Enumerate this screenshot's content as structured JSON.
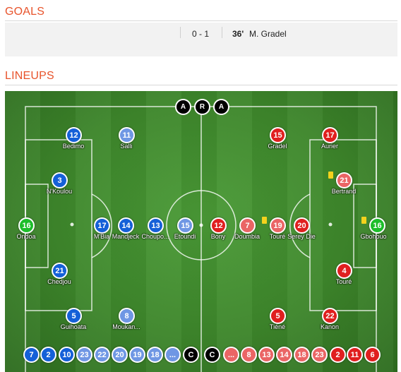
{
  "goals": {
    "title": "GOALS",
    "score": "0 - 1",
    "minute": "36'",
    "scorer": "M. Gradel"
  },
  "lineups": {
    "title": "LINEUPS",
    "referees": [
      "A",
      "R",
      "A"
    ],
    "home_players": [
      {
        "num": "12",
        "name": "Bedimo",
        "color": "#1560d8"
      },
      {
        "num": "11",
        "name": "Salli",
        "color": "#6f97e4"
      },
      {
        "num": "3",
        "name": "N'Koulou",
        "color": "#1560d8"
      },
      {
        "num": "16",
        "name": "Ondoa",
        "color": "#1cbe2a"
      },
      {
        "num": "17",
        "name": "M'Bia",
        "color": "#1560d8"
      },
      {
        "num": "14",
        "name": "Mandjeck",
        "color": "#1560d8"
      },
      {
        "num": "13",
        "name": "Choupo...",
        "color": "#1560d8"
      },
      {
        "num": "15",
        "name": "Etoundi",
        "color": "#6f97e4"
      },
      {
        "num": "21",
        "name": "Chedjou",
        "color": "#1560d8"
      },
      {
        "num": "5",
        "name": "Guihoata",
        "color": "#1560d8"
      },
      {
        "num": "8",
        "name": "Moukan...",
        "color": "#6f97e4"
      }
    ],
    "away_players": [
      {
        "num": "15",
        "name": "Gradel",
        "color": "#e01f1f"
      },
      {
        "num": "17",
        "name": "Aurier",
        "color": "#e01f1f"
      },
      {
        "num": "21",
        "name": "Bertrand",
        "color": "#ea6565"
      },
      {
        "num": "12",
        "name": "Bony",
        "color": "#e01f1f"
      },
      {
        "num": "7",
        "name": "Doumbia",
        "color": "#ea6565"
      },
      {
        "num": "19",
        "name": "Touré",
        "color": "#ea6565"
      },
      {
        "num": "20",
        "name": "Serey Die",
        "color": "#e01f1f"
      },
      {
        "num": "16",
        "name": "Gbohouo",
        "color": "#1cbe2a"
      },
      {
        "num": "4",
        "name": "Touré",
        "color": "#e01f1f"
      },
      {
        "num": "5",
        "name": "Tiéné",
        "color": "#e01f1f"
      },
      {
        "num": "22",
        "name": "Kanon",
        "color": "#e01f1f"
      }
    ],
    "bench": [
      {
        "num": "7",
        "color": "#1560d8"
      },
      {
        "num": "2",
        "color": "#1560d8"
      },
      {
        "num": "10",
        "color": "#1560d8"
      },
      {
        "num": "23",
        "color": "#6f97e4"
      },
      {
        "num": "22",
        "color": "#6f97e4"
      },
      {
        "num": "20",
        "color": "#6f97e4"
      },
      {
        "num": "19",
        "color": "#6f97e4"
      },
      {
        "num": "18",
        "color": "#6f97e4"
      },
      {
        "num": "...",
        "color": "#6f97e4"
      },
      {
        "num": "C",
        "color": "#000000"
      },
      {
        "num": "C",
        "color": "#000000"
      },
      {
        "num": "...",
        "color": "#ea6565"
      },
      {
        "num": "8",
        "color": "#ea6565"
      },
      {
        "num": "13",
        "color": "#ea6565"
      },
      {
        "num": "14",
        "color": "#ea6565"
      },
      {
        "num": "18",
        "color": "#ea6565"
      },
      {
        "num": "23",
        "color": "#ea6565"
      },
      {
        "num": "2",
        "color": "#e01f1f"
      },
      {
        "num": "11",
        "color": "#e01f1f"
      },
      {
        "num": "6",
        "color": "#e01f1f"
      }
    ]
  }
}
